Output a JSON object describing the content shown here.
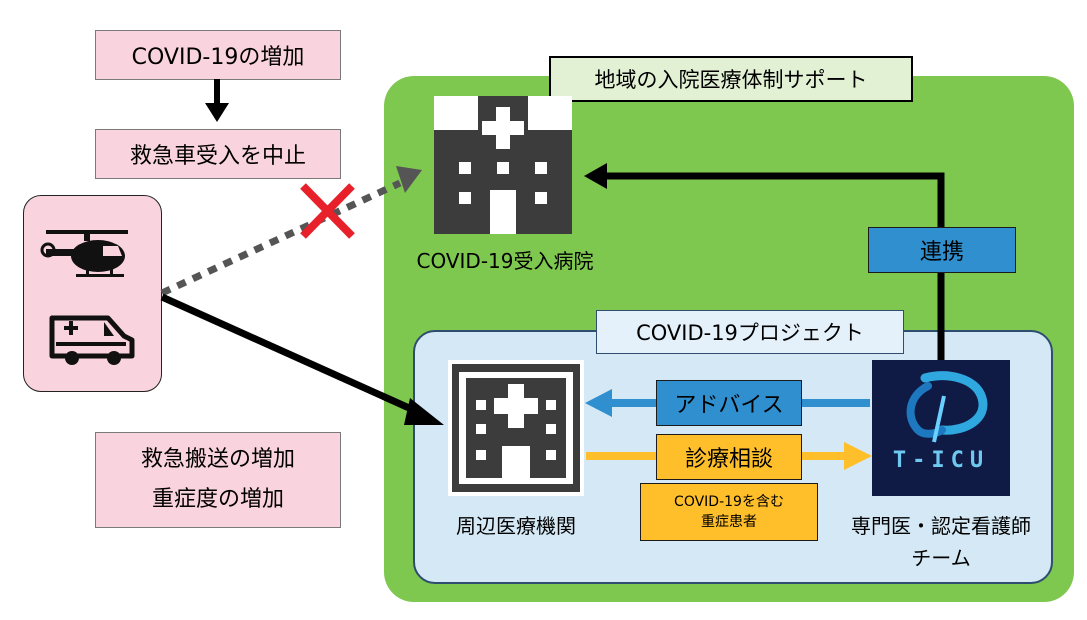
{
  "left": {
    "covid_increase": "COVID-19の増加",
    "stop_ambulance": "救急車受入を中止",
    "transport_increase": "救急搬送の増加",
    "severity_increase": "重症度の増加"
  },
  "region": {
    "title": "地域の入院医療体制サポート",
    "hospital_label": "COVID-19受入病院",
    "link_label": "連携"
  },
  "project": {
    "title": "COVID-19プロジェクト",
    "advice_label": "アドバイス",
    "consult_label": "診療相談",
    "covid_incl_line1": "COVID-19を含む",
    "covid_incl_line2": "重症患者",
    "nearby_label": "周辺医療機関",
    "team_line1": "専門医・認定看護師",
    "team_line2": "チーム",
    "logo_text": "T-ICU"
  },
  "colors": {
    "pink": "#f9d3dd",
    "green": "#7ec850",
    "light_blue": "#d4e8f5",
    "blue_arrow": "#2f8fcf",
    "orange": "#ffbf2a",
    "navy": "#0f1a45",
    "building": "#3c3c3c",
    "cross": "#e8202a"
  },
  "icons": [
    "helicopter-icon",
    "ambulance-icon",
    "hospital-icon",
    "clinic-icon",
    "t-icu-logo-icon",
    "cross-mark-icon"
  ]
}
